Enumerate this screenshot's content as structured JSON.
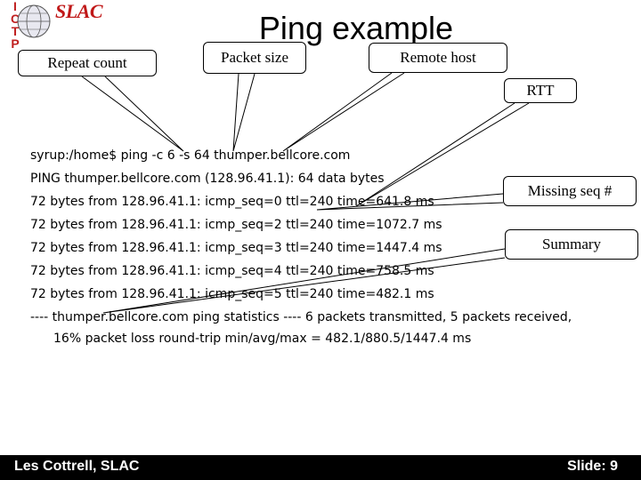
{
  "logos": {
    "ictp_letters": "ICTP",
    "slac_text": "SLAC"
  },
  "title": "Ping example",
  "callouts": {
    "repeat_count": "Repeat count",
    "packet_size": "Packet size",
    "remote_host": "Remote host",
    "rtt": "RTT",
    "missing_seq": "Missing seq #",
    "summary": "Summary"
  },
  "terminal": {
    "lines": [
      "syrup:/home$ ping -c 6 -s 64 thumper.bellcore.com",
      "PING thumper.bellcore.com (128.96.41.1): 64 data bytes",
      "72 bytes from 128.96.41.1: icmp_seq=0 ttl=240 time=641.8 ms",
      "72 bytes from 128.96.41.1: icmp_seq=2 ttl=240 time=1072.7 ms",
      "72 bytes from 128.96.41.1: icmp_seq=3 ttl=240 time=1447.4 ms",
      "72 bytes from 128.96.41.1: icmp_seq=4 ttl=240 time=758.5 ms",
      "72 bytes from 128.96.41.1: icmp_seq=5 ttl=240 time=482.1 ms",
      "---- thumper.bellcore.com ping statistics ---- 6 packets transmitted, 5 packets received,",
      "16% packet loss round-trip min/avg/max = 482.1/880.5/1447.4 ms"
    ]
  },
  "footer": {
    "author": "Les Cottrell, SLAC",
    "slide": "Slide: 9"
  },
  "colors": {
    "logo_red": "#c01818",
    "footer_bg": "#000000",
    "footer_text": "#ffffff"
  }
}
